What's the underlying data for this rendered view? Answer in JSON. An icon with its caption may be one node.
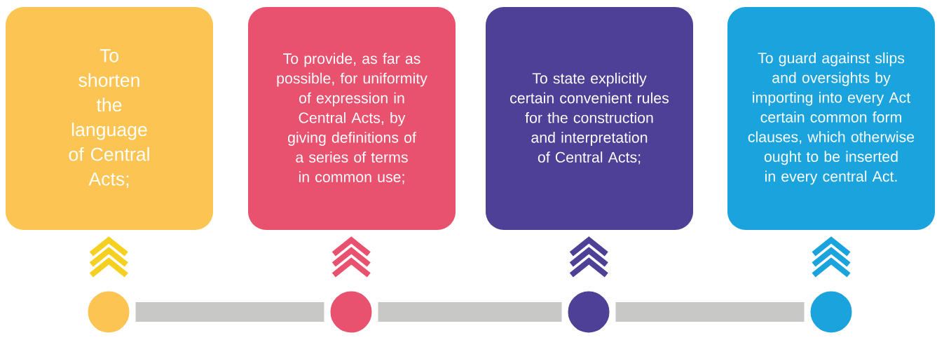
{
  "diagram": {
    "nodes": [
      {
        "text": [
          "To shorten the language of Central Acts;"
        ]
      },
      {
        "text": [
          "To provide, as far as possible, for uniformity of expression in Central Acts, by giving definitions of a series of terms in common use;"
        ]
      },
      {
        "text": [
          "To state explicitly certain convenient rules for the construction and interpretation of Central Acts;"
        ]
      },
      {
        "text": [
          "To guard against slips and oversights by importing into every Act certain common form clauses, which otherwise ought to be inserted in every central Act."
        ]
      },
      {
        "text": [],
        "shape": "circle"
      },
      {
        "text": [],
        "shape": "circle"
      },
      {
        "text": [],
        "shape": "circle"
      },
      {
        "text": [],
        "shape": "circle"
      }
    ],
    "edges": [
      {
        "from": 4,
        "to": 0,
        "arrow": "to",
        "color": "#f5d021"
      },
      {
        "from": 5,
        "to": 1,
        "arrow": "to",
        "color": "#e8526f"
      },
      {
        "from": 6,
        "to": 2,
        "arrow": "to",
        "color": "#4e3f97"
      },
      {
        "from": 7,
        "to": 3,
        "arrow": "to",
        "color": "#1aa3dc"
      },
      {
        "from": 4,
        "to": 5,
        "arrow": "none",
        "style": "thick",
        "color": "#c8c8c6"
      },
      {
        "from": 5,
        "to": 6,
        "arrow": "none",
        "style": "thick",
        "color": "#c8c8c6"
      },
      {
        "from": 6,
        "to": 7,
        "arrow": "none",
        "style": "thick",
        "color": "#c8c8c6"
      }
    ]
  }
}
